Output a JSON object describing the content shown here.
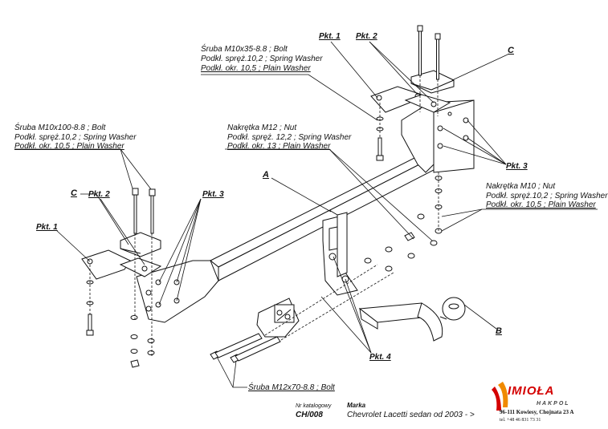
{
  "labels": {
    "bolt_m10x35": "Śruba M10x35-8.8 ;  Bolt",
    "washer_spring_10_2_a": "Podkł. spręż.10,2 ; Spring Washer",
    "washer_plain_10_5_a": "Podkł. okr. 10,5 ; Plain Washer",
    "bolt_m10x100": "Śruba M10x100-8.8 ;  Bolt",
    "washer_spring_10_2_b": "Podkł. spręż.10,2 ; Spring Washer",
    "washer_plain_10_5_b": "Podkł. okr. 10,5 ; Plain Washer",
    "nut_m12": "Nakrętka  M12 ; Nut",
    "washer_spring_12_2": "Podkł. spręż. 12,2 ; Spring Washer",
    "washer_plain_13": "Podkł. okr. 13 ; Plain Washer",
    "nut_m10": "Nakrętka  M10 ; Nut",
    "washer_spring_10_2_c": "Podkł. spręż.10,2 ; Spring Washer",
    "washer_plain_10_5_c": "Podkł. okr. 10,5 ; Plain Washer",
    "bolt_m12x70": "Śruba M12x70-8.8 ;  Bolt"
  },
  "callouts": {
    "pkt1_top": "Pkt. 1",
    "pkt2_top": "Pkt. 2",
    "c_top": "C",
    "pkt3_right": "Pkt. 3",
    "a": "A",
    "c_left": "C",
    "pkt2_left": "Pkt. 2",
    "pkt3_left": "Pkt. 3",
    "pkt1_left": "Pkt. 1",
    "b": "B",
    "pkt4": "Pkt. 4"
  },
  "footer": {
    "catalog_label": "Nr katalogowy",
    "catalog_number": "CH/008",
    "make_label": "Marka",
    "vehicle": "Chevrolet Lacetti sedan   od  2003 - >",
    "logo": "IMIOŁA",
    "logo_sub": "HAKPOL",
    "address": "96-111 Kowiesy, Chojnata 23 A",
    "phone": "tel. +48 46 831 73 31"
  },
  "colors": {
    "line": "#111111",
    "logo_red": "#d40000",
    "logo_orange": "#f08a00"
  }
}
